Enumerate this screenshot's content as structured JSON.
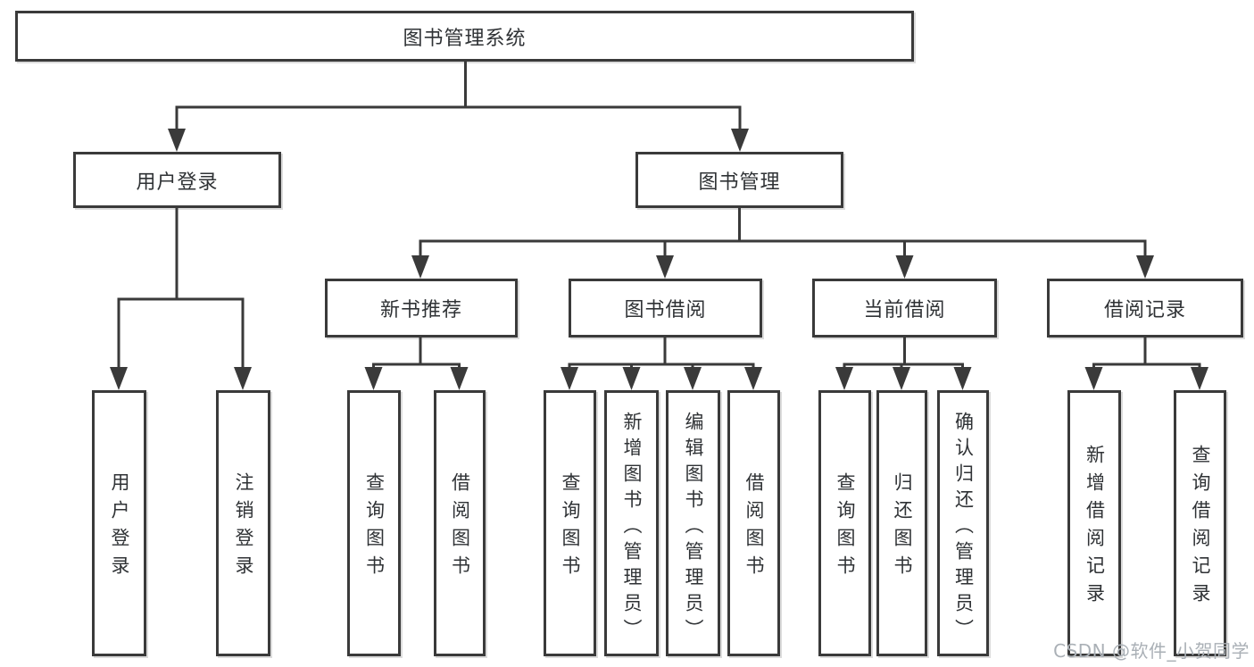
{
  "diagram": {
    "title": "图书管理系统",
    "nodes": {
      "root": "图书管理系统",
      "user_login": "用户登录",
      "book_mgmt": "图书管理",
      "new_book_rec": "新书推荐",
      "book_borrow": "图书借阅",
      "current_borrow": "当前借阅",
      "borrow_records": "借阅记录",
      "leaf_user_login": "用户登录",
      "leaf_logout": "注销登录",
      "leaf_rec_query_books": "查询图书",
      "leaf_rec_borrow_books": "借阅图书",
      "leaf_bb_query_books": "查询图书",
      "leaf_bb_add_books": "新增图书（管理员）",
      "leaf_bb_edit_books": "编辑图书（管理员）",
      "leaf_bb_borrow_books": "借阅图书",
      "leaf_cb_query_books": "查询图书",
      "leaf_cb_return_books": "归还图书",
      "leaf_cb_confirm_return": "确认归还（管理员）",
      "leaf_br_add_record": "新增借阅记录",
      "leaf_br_query_record": "查询借阅记录"
    },
    "hierarchy": [
      {
        "parent": "图书管理系统",
        "children": [
          "用户登录",
          "图书管理"
        ]
      },
      {
        "parent": "用户登录",
        "children": [
          "用户登录",
          "注销登录"
        ]
      },
      {
        "parent": "图书管理",
        "children": [
          "新书推荐",
          "图书借阅",
          "当前借阅",
          "借阅记录"
        ]
      },
      {
        "parent": "新书推荐",
        "children": [
          "查询图书",
          "借阅图书"
        ]
      },
      {
        "parent": "图书借阅",
        "children": [
          "查询图书",
          "新增图书（管理员）",
          "编辑图书（管理员）",
          "借阅图书"
        ]
      },
      {
        "parent": "当前借阅",
        "children": [
          "查询图书",
          "归还图书",
          "确认归还（管理员）"
        ]
      },
      {
        "parent": "借阅记录",
        "children": [
          "新增借阅记录",
          "查询借阅记录"
        ]
      }
    ]
  },
  "watermark": "CSDN @软件_小贺同学",
  "colors": {
    "line": "#3a3a3a",
    "text": "#2f3235",
    "background": "#ffffff",
    "watermark": "#aab0b6"
  }
}
